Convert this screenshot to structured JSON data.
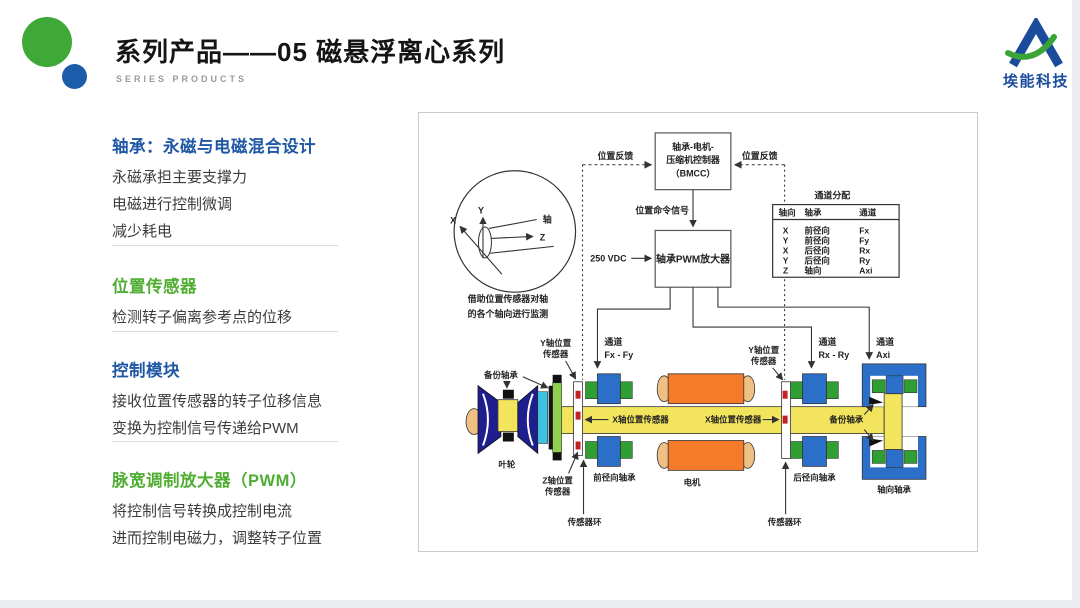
{
  "slide": {
    "title": "系列产品——05  磁悬浮离心系列",
    "subtitle": "SERIES PRODUCTS",
    "logo_text": "埃能科技",
    "colors": {
      "brand_green": "#3fa937",
      "brand_blue": "#1b5cab",
      "heading_blue": "#1f57a5",
      "heading_green": "#4fae32"
    }
  },
  "sidebar": {
    "sections": [
      {
        "heading": "轴承：永磁与电磁混合设计",
        "lines": [
          "永磁承担主要支撑力",
          "电磁进行控制微调",
          "减少耗电"
        ]
      },
      {
        "heading": "位置传感器",
        "lines": [
          "检测转子偏离参考点的位移"
        ]
      },
      {
        "heading": "控制模块",
        "lines": [
          "接收位置传感器的转子位移信息",
          "变换为控制信号传递给PWM"
        ]
      },
      {
        "heading": "脉宽调制放大器（PWM）",
        "lines": [
          "将控制信号转换成控制电流",
          "进而控制电磁力，调整转子位置"
        ]
      }
    ]
  },
  "diagram": {
    "feedback_left": "位置反馈",
    "feedback_right": "位置反馈",
    "bmcc_lines": [
      "轴承-电机-",
      "压缩机控制器",
      "（BMCC）"
    ],
    "command_label": "位置命令信号",
    "vdc_label": "250 VDC",
    "pwm_label": "轴承PWM放大器",
    "inset": {
      "x": "X",
      "y": "Y",
      "z": "Z",
      "axis": "轴",
      "caption1": "借助位置传感器对轴",
      "caption2": "的各个轴向进行监测"
    },
    "table": {
      "title": "通道分配",
      "headers": [
        "轴向",
        "轴承",
        "通道"
      ],
      "rows": [
        [
          "X",
          "前径向",
          "Fx"
        ],
        [
          "Y",
          "前径向",
          "Fy"
        ],
        [
          "X",
          "后径向",
          "Rx"
        ],
        [
          "Y",
          "后径向",
          "Ry"
        ],
        [
          "Z",
          "轴向",
          "Axi"
        ]
      ]
    },
    "channels": {
      "front": {
        "l1": "通道",
        "l2": "Fx - Fy"
      },
      "rear": {
        "l1": "通道",
        "l2": "Rx - Ry"
      },
      "axial": {
        "l1": "通道",
        "l2": "Axi"
      }
    },
    "labels": {
      "backup_left": "备份轴承",
      "backup_right": "备份轴承",
      "y_sensor_l1": "Y轴位置",
      "y_sensor_l2": "传感器",
      "x_sensor": "X轴位置传感器",
      "z_sensor_l1": "Z轴位置",
      "z_sensor_l2": "传感器",
      "impeller": "叶轮",
      "front_bearing": "前径向轴承",
      "motor": "电机",
      "rear_bearing": "后径向轴承",
      "axial_bearing": "轴向轴承",
      "sensor_ring": "传感器环"
    }
  }
}
